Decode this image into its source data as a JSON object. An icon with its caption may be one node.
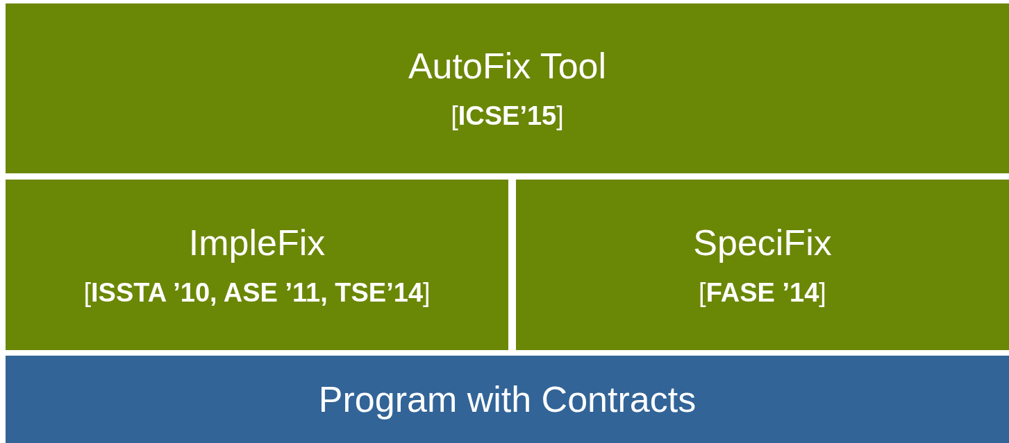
{
  "diagram": {
    "nodes": [
      {
        "text": [
          "AutoFix Tool",
          "[**ICSE’15**]"
        ]
      },
      {
        "text": [
          "ImpleFix",
          "[**ISSTA ’10, ASE ’11, TSE’14**]"
        ]
      },
      {
        "text": [
          "SpeciFix",
          "[**FASE ’14**]"
        ]
      },
      {
        "text": [
          "Program with Contracts"
        ]
      }
    ]
  }
}
